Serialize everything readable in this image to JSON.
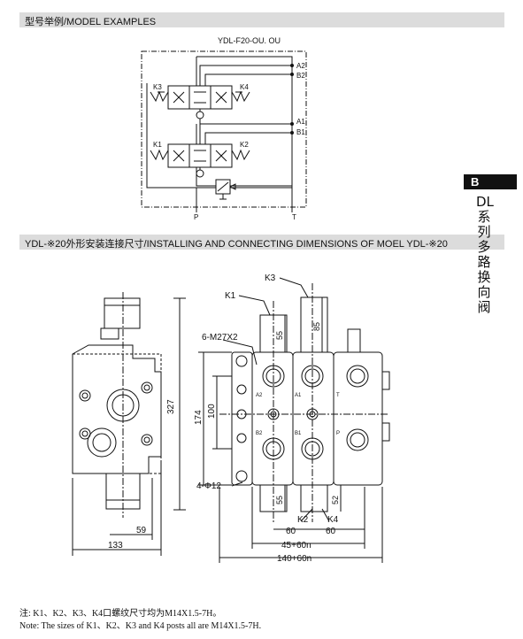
{
  "sections": {
    "model_examples_title": "型号举例/MODEL EXAMPLES",
    "installing_title": "YDL-※20外形安装连接尺寸/INSTALLING AND CONNECTING DIMENSIONS OF MOEL YDL-※20"
  },
  "schematic": {
    "model_code": "YDL-F20-OU. OU",
    "ports": {
      "a2": "A2",
      "b2": "B2",
      "a1": "A1",
      "b1": "B1",
      "p": "P",
      "t": "T"
    },
    "controls": {
      "k3": "K3",
      "k4": "K4",
      "k1": "K1",
      "k2": "K2"
    }
  },
  "side_tab": {
    "letter": "B",
    "text": [
      "DL",
      "系",
      "列",
      "多",
      "路",
      "换",
      "向",
      "阀"
    ]
  },
  "dimensions": {
    "left_view": {
      "height_total": "327",
      "base_width": "59",
      "overall_width": "133"
    },
    "front_view": {
      "k1": "K1",
      "k3": "K3",
      "k2": "K2",
      "k4": "K4",
      "thread": "6-M27X2",
      "holes": "4-Φ12",
      "spool_55_top": "55",
      "spool_85": "85",
      "h174": "174",
      "h100": "100",
      "spool_55_bottom": "55",
      "h52": "52",
      "w60a": "60",
      "w60b": "60",
      "w45": "45+60n",
      "w140": "140+60n",
      "port_a2": "A2",
      "port_a1": "A1",
      "port_b2": "B2",
      "port_b1": "B1",
      "port_t": "T",
      "port_p": "P"
    }
  },
  "notes": {
    "cn": "注: K1、K2、K3、K4口螺纹尺寸均为M14X1.5-7H。",
    "en": "Note: The sizes of K1、K2、K3 and K4 posts all are M14X1.5-7H."
  }
}
